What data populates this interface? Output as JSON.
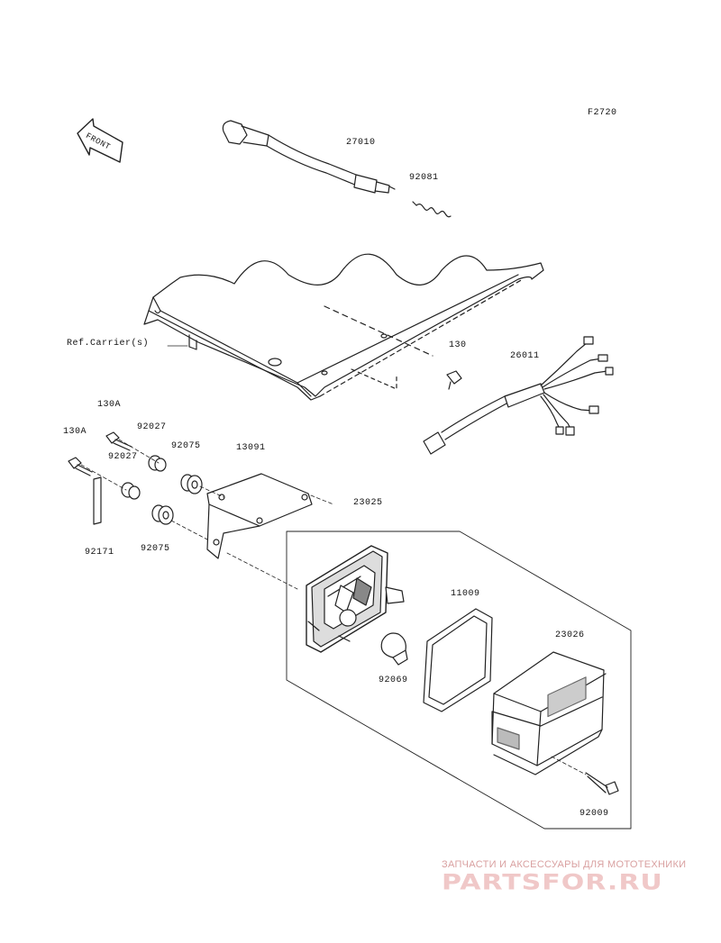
{
  "diagram_code": "F2720",
  "front_label": "FRONT",
  "ref_label": "Ref.Carrier(s)",
  "parts": {
    "p27010": "27010",
    "p92081": "92081",
    "p130": "130",
    "p26011": "26011",
    "p130A_a": "130A",
    "p130A_b": "130A",
    "p92027_a": "92027",
    "p92027_b": "92027",
    "p92075_a": "92075",
    "p92075_b": "92075",
    "p13091": "13091",
    "p92171": "92171",
    "p23025": "23025",
    "p11009": "11009",
    "p23026": "23026",
    "p92069": "92069",
    "p92009": "92009"
  },
  "watermark": {
    "top": "ЗАПЧАСТИ И АКСЕССУАРЫ ДЛЯ МОТОТЕХНИКИ",
    "logo": "PARTSFOR.RU"
  }
}
